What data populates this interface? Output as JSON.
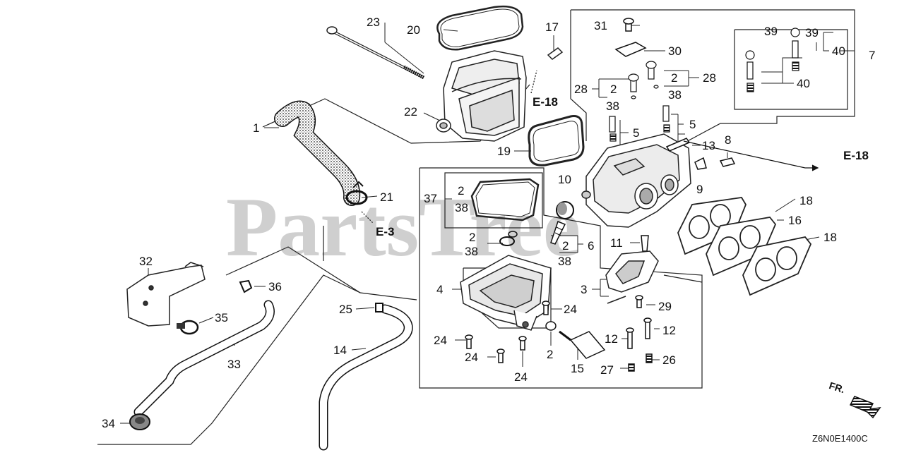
{
  "watermark": "PartsTree",
  "diagram_code": "Z6N0E1400C",
  "direction_label": "FR.",
  "references": {
    "e18_top": "E-18",
    "e18_right": "E-18",
    "e3": "E-3"
  },
  "callouts": {
    "c1": "1",
    "c2a": "2",
    "c2b": "2",
    "c2c": "2",
    "c2d": "2",
    "c2e": "2",
    "c2f": "2",
    "c3": "3",
    "c4": "4",
    "c5a": "5",
    "c5b": "5",
    "c6": "6",
    "c7": "7",
    "c8": "8",
    "c9": "9",
    "c10": "10",
    "c11": "11",
    "c12a": "12",
    "c12b": "12",
    "c13": "13",
    "c14": "14",
    "c15": "15",
    "c16": "16",
    "c17": "17",
    "c18a": "18",
    "c18b": "18",
    "c19": "19",
    "c20": "20",
    "c21": "21",
    "c22": "22",
    "c23": "23",
    "c24a": "24",
    "c24b": "24",
    "c24c": "24",
    "c24d": "24",
    "c25": "25",
    "c26": "26",
    "c27": "27",
    "c28a": "28",
    "c28b": "28",
    "c29": "29",
    "c30": "30",
    "c31": "31",
    "c32": "32",
    "c33": "33",
    "c34": "34",
    "c35": "35",
    "c36": "36",
    "c37": "37",
    "c38a": "38",
    "c38b": "38",
    "c38c": "38",
    "c38d": "38",
    "c38e": "38",
    "c39a": "39",
    "c39b": "39",
    "c40a": "40",
    "c40b": "40"
  }
}
